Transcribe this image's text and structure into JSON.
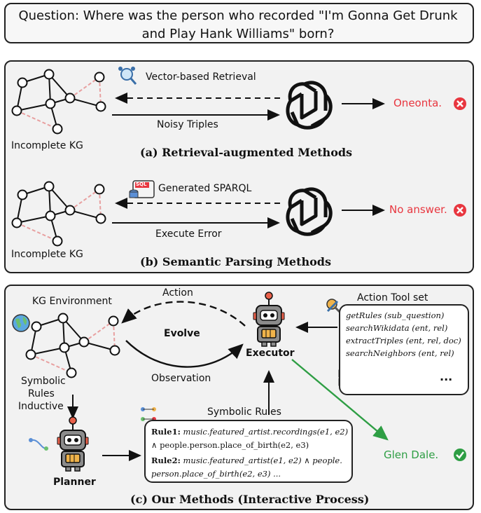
{
  "question": "Question: Where was the person who recorded \"I'm Gonna Get Drunk and Play Hank Williams\" born?",
  "panel_a": {
    "kg_label": "Incomplete KG",
    "retrieval_label": "Vector-based Retrieval",
    "triples_label": "Noisy Triples",
    "answer": "Oneonta.",
    "caption": "(a) Retrieval-augmented Methods"
  },
  "panel_b": {
    "kg_label": "Incomplete KG",
    "query_label": "Generated SPARQL",
    "error_label": "Execute Error",
    "answer": "No answer.",
    "caption": "(b) Semantic Parsing Methods",
    "sql_icon_text": "SQL"
  },
  "panel_c": {
    "env_label": "KG Environment",
    "action_label": "Action",
    "evolve_label": "Evolve",
    "observation_label": "Observation",
    "executor_label": "Executor",
    "inductive_label": [
      "Symbolic",
      "Rules",
      "Inductive"
    ],
    "planner_label": "Planner",
    "rules_title": "Symbolic Rules",
    "tools_title": "Action Tool set",
    "tools": [
      "getRules (sub_question)",
      "searchWikidata (ent, rel)",
      "extractTriples (ent, rel, doc)",
      "searchNeighbors (ent, rel)"
    ],
    "rule1_tag": "Rule1:",
    "rule1_text": "music.featured_artist.recordings(e1, e2)",
    "rule1_cont": "∧ people.person.place_of_birth(e2, e3)",
    "rule2_tag": "Rule2:",
    "rule2_text": "music.featured_artist(e1, e2) ∧ people.",
    "rule2_cont": "person.place_of_birth(e2, e3) ...",
    "answer": "Glen Dale.",
    "caption": "(c) Our Methods (Interactive Process)",
    "more_text": "..."
  },
  "colors": {
    "wrong": "#e8363f",
    "right": "#2e9e44",
    "dashed_edge": "#e8a0a0"
  }
}
